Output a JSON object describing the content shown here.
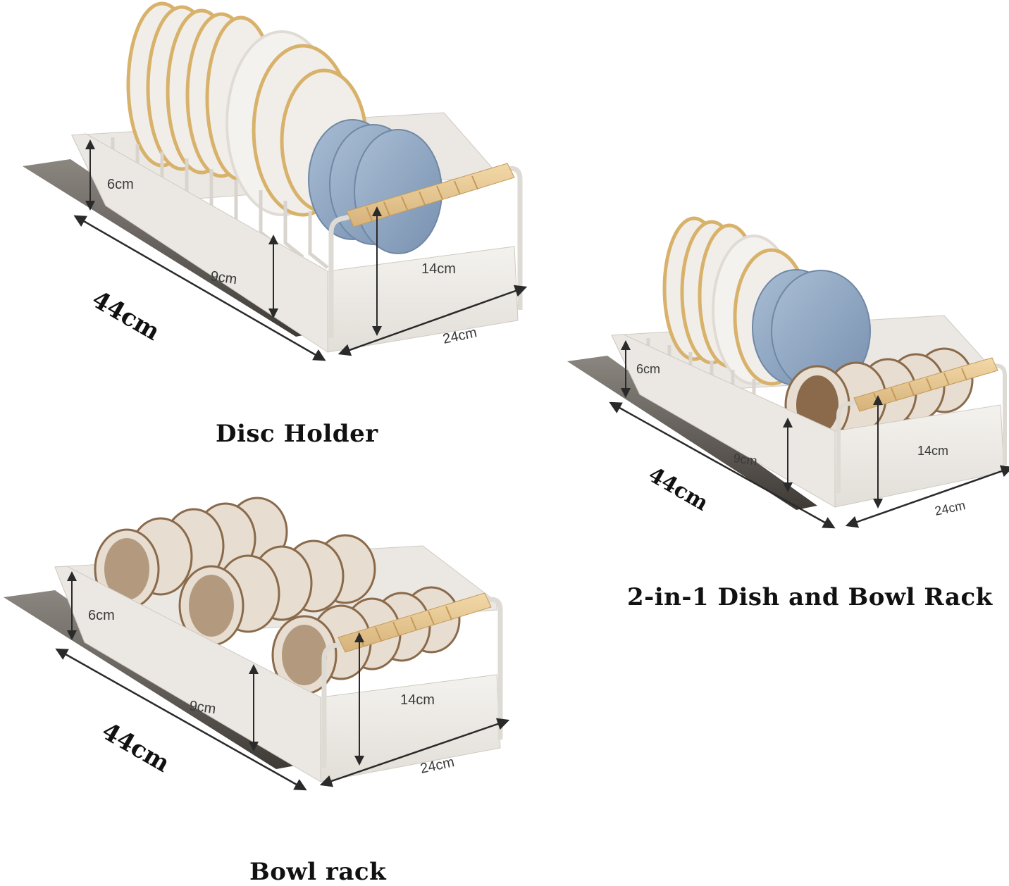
{
  "products": [
    {
      "caption": "Disc Holder",
      "dims": {
        "length": "44cm",
        "width": "24cm",
        "divider": "6cm",
        "front": "9cm",
        "height": "14cm"
      }
    },
    {
      "caption": "2-in-1 Dish and Bowl Rack",
      "dims": {
        "length": "44cm",
        "width": "24cm",
        "divider": "6cm",
        "front": "9cm",
        "height": "14cm"
      }
    },
    {
      "caption": "Bowl rack",
      "dims": {
        "length": "44cm",
        "width": "24cm",
        "divider": "6cm",
        "front": "9cm",
        "height": "14cm"
      }
    }
  ],
  "colors": {
    "tray": "#ebe8e3",
    "tray_edge": "#cfcac2",
    "wire": "#d9d5ce",
    "plate_white": "#f1eeea",
    "plate_gold": "#d8b26a",
    "plate_blue": "#8fa6c2",
    "bowl": "#e7ddd0",
    "bowl_inner": "#8a6a4a",
    "handle_wood": "#e8c98f",
    "rail": "#5a5652"
  }
}
